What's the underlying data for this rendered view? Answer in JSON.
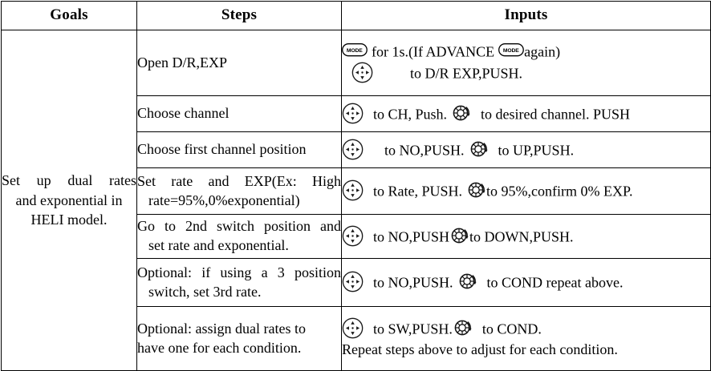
{
  "table": {
    "headers": [
      "Goals",
      "Steps",
      "Inputs"
    ],
    "goal": {
      "line1": "Set up dual rates",
      "line2": "and exponential in",
      "line3": "HELI model."
    },
    "icons": {
      "mode": {
        "name": "mode-button-icon",
        "label": "MODE"
      },
      "dpad": {
        "name": "dpad-icon",
        "label": ""
      },
      "dial": {
        "name": "rotary-dial-icon",
        "label": ""
      }
    },
    "rows": [
      {
        "step": {
          "line1": "Open D/R,EXP",
          "line2": "",
          "justified": false
        },
        "inputs": {
          "l1a": "for 1s.(If ADVANCE",
          "l1b": "again)",
          "l2a": "to D/R EXP,PUSH.",
          "l2b": "",
          "l3": ""
        }
      },
      {
        "step": {
          "line1": "Choose channel",
          "line2": "",
          "justified": false
        },
        "inputs": {
          "l1a": "to CH, Push.",
          "l1b": "to desired channel. PUSH",
          "l2a": "",
          "l2b": "",
          "l3": ""
        }
      },
      {
        "step": {
          "line1": "Choose first channel position",
          "line2": "",
          "justified": false
        },
        "inputs": {
          "l1a": "to NO,PUSH.",
          "l1b": "to UP,PUSH.",
          "l2a": "",
          "l2b": "",
          "l3": ""
        }
      },
      {
        "step": {
          "line1": "Set rate and EXP(Ex: High",
          "line2": "rate=95%,0%exponential)",
          "justified": true
        },
        "inputs": {
          "l1a": "to Rate, PUSH.",
          "l1b": "to 95%,confirm 0% EXP.",
          "l2a": "",
          "l2b": "",
          "l3": ""
        }
      },
      {
        "step": {
          "line1": "Go to 2nd switch position and",
          "line2": "set rate and exponential.",
          "justified": true
        },
        "inputs": {
          "l1a": "to NO,PUSH",
          "l1b": "to DOWN,PUSH.",
          "l2a": "",
          "l2b": "",
          "l3": ""
        }
      },
      {
        "step": {
          "line1": "Optional: if using a 3 position",
          "line2": "switch, set 3rd rate.",
          "justified": true
        },
        "inputs": {
          "l1a": "to NO,PUSH.",
          "l1b": "to COND repeat above.",
          "l2a": "",
          "l2b": "",
          "l3": ""
        }
      },
      {
        "step": {
          "line1": "Optional: assign dual rates to",
          "line2": "have one for each condition.",
          "justified": false
        },
        "inputs": {
          "l1a": "to SW,PUSH.",
          "l1b": "to COND.",
          "l2a": "",
          "l2b": "",
          "l3": "Repeat steps above to adjust for each condition."
        }
      }
    ]
  },
  "colors": {
    "border": "#000000",
    "text": "#000000",
    "background": "#ffffff"
  }
}
